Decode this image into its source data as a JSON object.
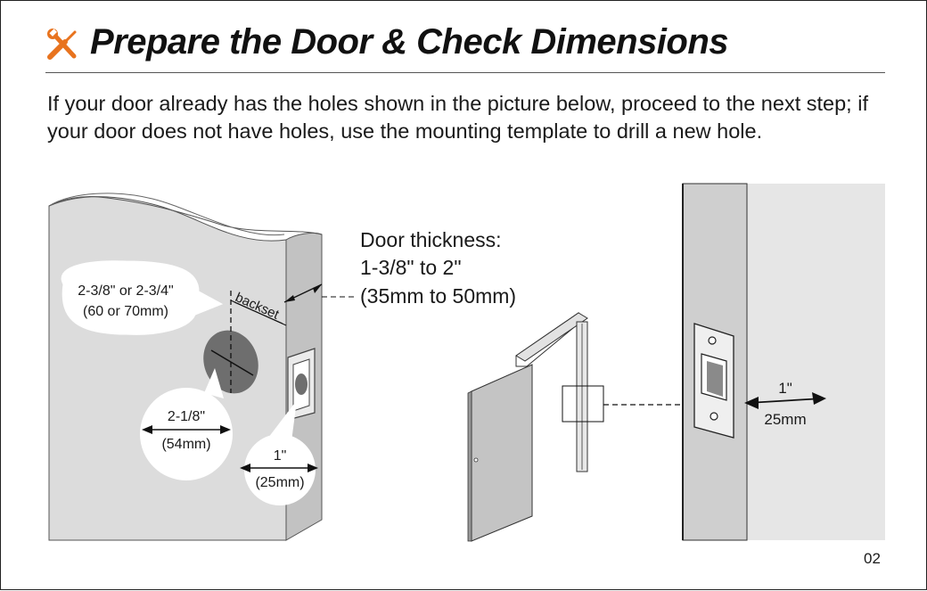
{
  "page": {
    "title": "Prepare the Door & Check Dimensions",
    "intro": "If your door already has the holes shown in the picture below, proceed to the next step; if your door does not have holes, use the mounting template to drill a new hole.",
    "page_number": "02"
  },
  "left_figure": {
    "hole_spacing_line1": "2-3/8\" or 2-3/4\"",
    "hole_spacing_line2": "(60 or 70mm)",
    "backset_label": "backset",
    "bore_line1": "2-1/8\"",
    "bore_line2": "(54mm)",
    "edge_bore_line1": "1\"",
    "edge_bore_line2": "(25mm)"
  },
  "door_thickness": {
    "line1": "Door thickness:",
    "line2": "1-3/8\" to 2\"",
    "line3": "(35mm to 50mm)"
  },
  "right_figure": {
    "strike_line1": "1\"",
    "strike_line2": "25mm"
  },
  "colors": {
    "door_face": "#dcdcdc",
    "door_edge": "#c2c2c2",
    "bore_hole": "#6e6e6e",
    "icon_orange": "#e8731e",
    "frame_panel": "#cfcfcf",
    "wall_panel": "#e6e6e6"
  }
}
